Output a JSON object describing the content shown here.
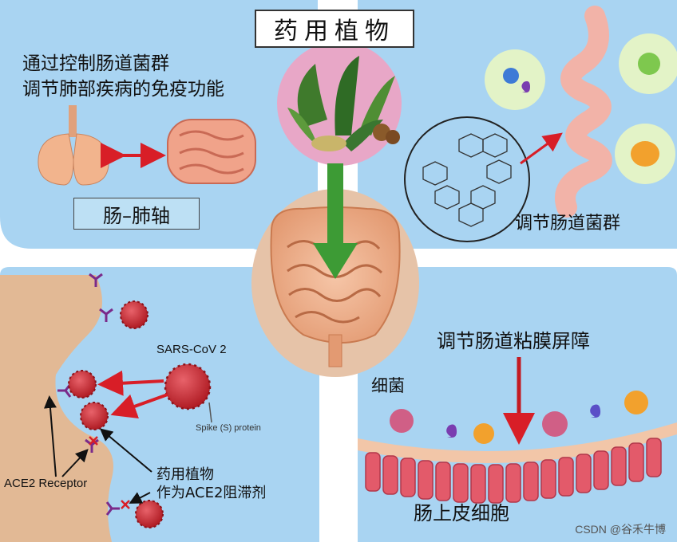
{
  "title": "药用植物",
  "top_left": {
    "line1": "通过控制肠道菌群",
    "line2": "调节肺部疾病的免疫功能",
    "axis_label": "肠–肺轴"
  },
  "top_right": {
    "label": "调节肠道菌群"
  },
  "bottom_left": {
    "virus_label": "SARS-CoV 2",
    "spike_label": "Spike (S) protein",
    "receptor_label": "ACE2 Receptor",
    "blocker_line1": "药用植物",
    "blocker_line2": "作为ACE2阻滞剂"
  },
  "bottom_right": {
    "barrier_label": "调节肠道粘膜屏障",
    "bacteria_label": "细菌",
    "epithelium_label": "肠上皮细胞"
  },
  "credit": "CSDN @谷禾牛博",
  "colors": {
    "panel_blue": "#a9d4f2",
    "red_arrow": "#d81e27",
    "green_arrow": "#3d9b35",
    "virus_red": "#c9252d"
  }
}
